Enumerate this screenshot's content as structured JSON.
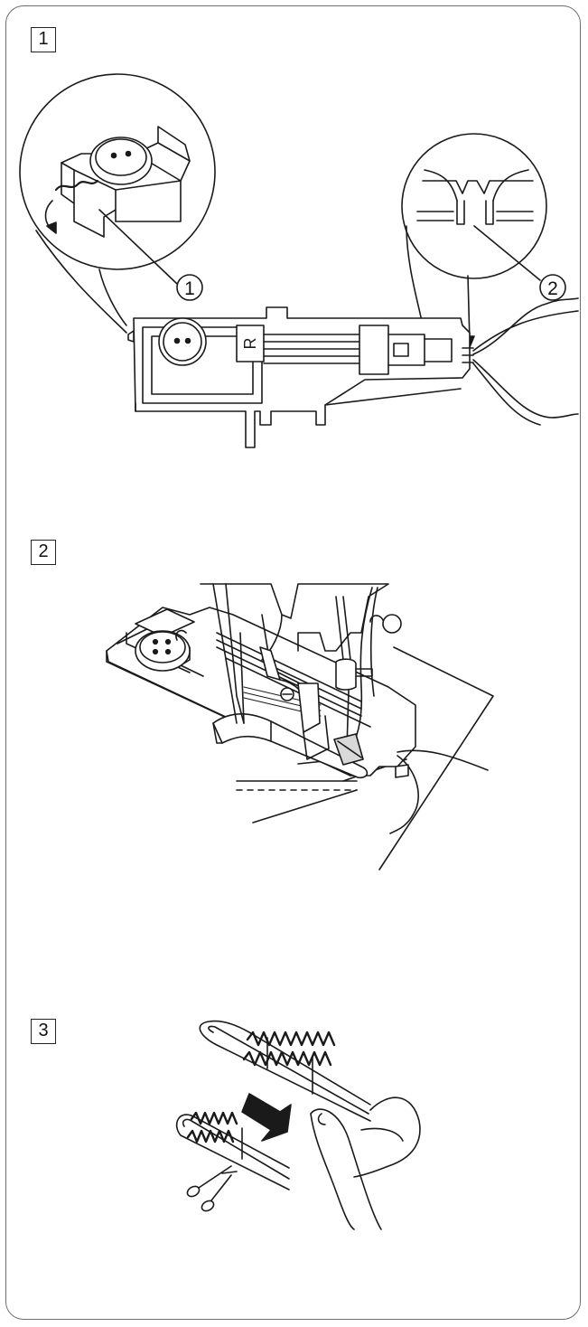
{
  "steps": [
    {
      "number": "1"
    },
    {
      "number": "2"
    },
    {
      "number": "3"
    }
  ],
  "callouts": [
    {
      "number": "1"
    },
    {
      "number": "2"
    }
  ],
  "foot_letter": "R",
  "colors": {
    "line": "#1a1a1a",
    "frame": "#6e6e6e",
    "fill": "#ffffff",
    "shade": "#d9d9d9"
  },
  "icons": [
    "button-icon",
    "scissors-icon",
    "pull-arrow-icon",
    "hand-icon",
    "curved-arrow-icon"
  ]
}
